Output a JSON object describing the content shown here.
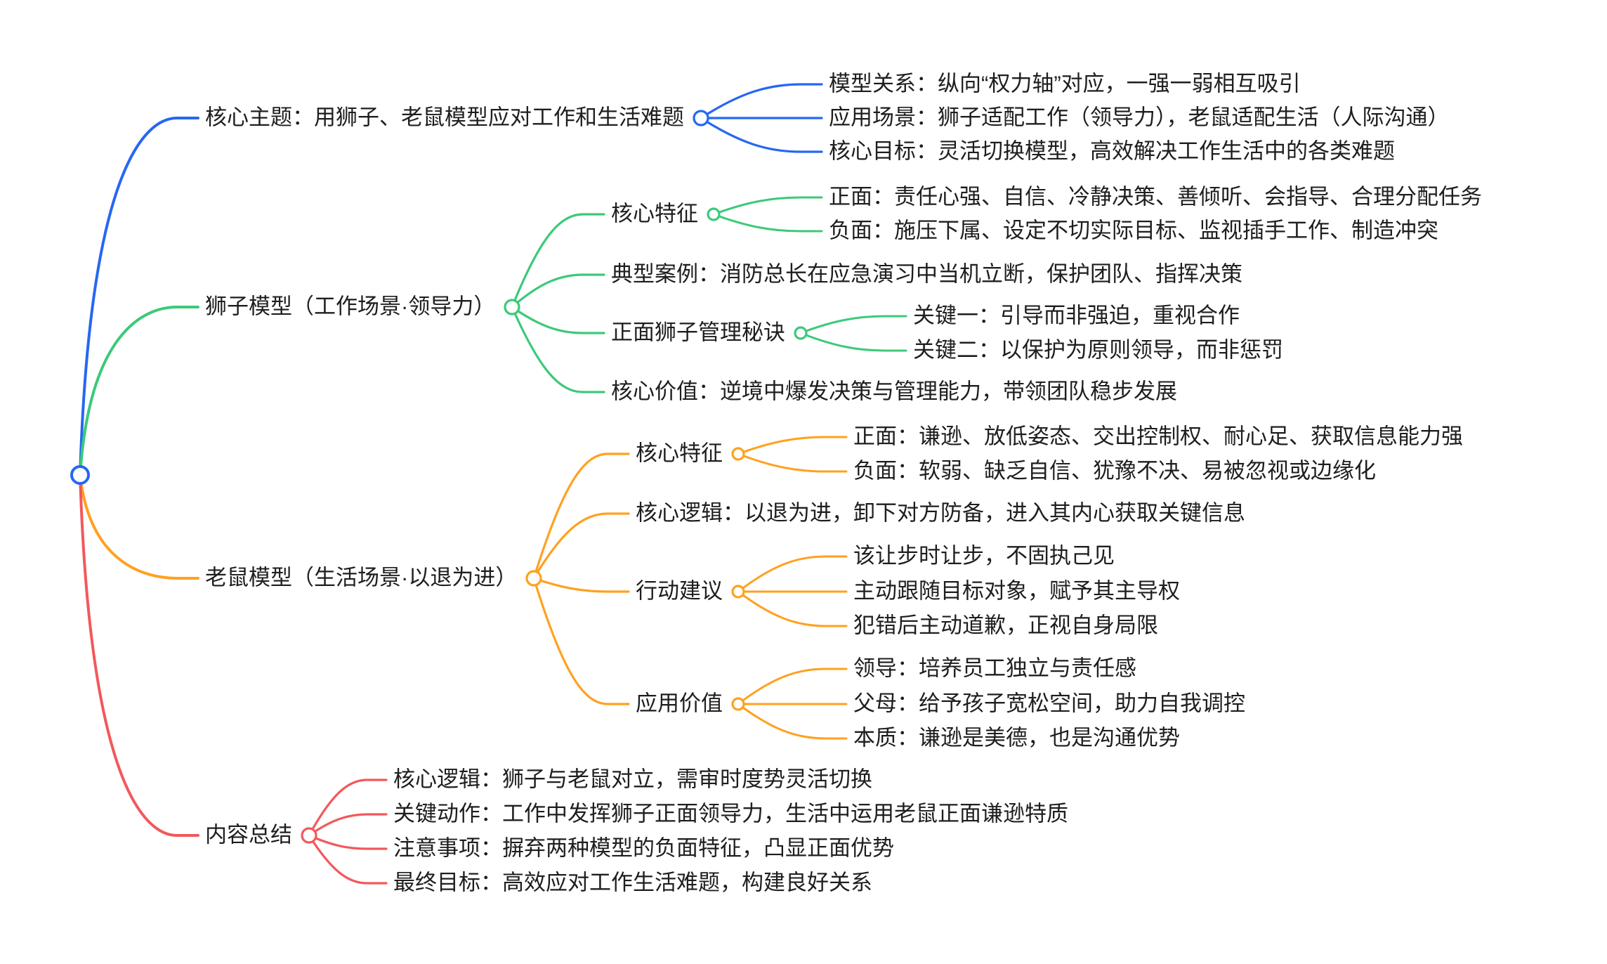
{
  "mindmap": {
    "colors": {
      "blue": "#2667F2",
      "green": "#3CC97A",
      "orange": "#FFA11F",
      "red": "#F2585C",
      "text": "#1e1e1e",
      "background": "#FFFFFF"
    },
    "branches": [
      {
        "label": "核心主题：用狮子、老鼠模型应对工作和生活难题",
        "color": "blue",
        "children": [
          {
            "label": "模型关系：纵向“权力轴”对应，一强一弱相互吸引"
          },
          {
            "label": "应用场景：狮子适配工作（领导力），老鼠适配生活（人际沟通）"
          },
          {
            "label": "核心目标：灵活切换模型，高效解决工作生活中的各类难题"
          }
        ]
      },
      {
        "label": "狮子模型（工作场景·领导力）",
        "color": "green",
        "children": [
          {
            "label": "核心特征",
            "children": [
              {
                "label": "正面：责任心强、自信、冷静决策、善倾听、会指导、合理分配任务"
              },
              {
                "label": "负面：施压下属、设定不切实际目标、监视插手工作、制造冲突"
              }
            ]
          },
          {
            "label": "典型案例：消防总长在应急演习中当机立断，保护团队、指挥决策"
          },
          {
            "label": "正面狮子管理秘诀",
            "children": [
              {
                "label": "关键一：引导而非强迫，重视合作"
              },
              {
                "label": "关键二：以保护为原则领导，而非惩罚"
              }
            ]
          },
          {
            "label": "核心价值：逆境中爆发决策与管理能力，带领团队稳步发展"
          }
        ]
      },
      {
        "label": "老鼠模型（生活场景·以退为进）",
        "color": "orange",
        "children": [
          {
            "label": "核心特征",
            "children": [
              {
                "label": "正面：谦逊、放低姿态、交出控制权、耐心足、获取信息能力强"
              },
              {
                "label": "负面：软弱、缺乏自信、犹豫不决、易被忽视或边缘化"
              }
            ]
          },
          {
            "label": "核心逻辑：以退为进，卸下对方防备，进入其内心获取关键信息"
          },
          {
            "label": "行动建议",
            "children": [
              {
                "label": "该让步时让步，不固执己见"
              },
              {
                "label": "主动跟随目标对象，赋予其主导权"
              },
              {
                "label": "犯错后主动道歉，正视自身局限"
              }
            ]
          },
          {
            "label": "应用价值",
            "children": [
              {
                "label": "领导：培养员工独立与责任感"
              },
              {
                "label": "父母：给予孩子宽松空间，助力自我调控"
              },
              {
                "label": "本质：谦逊是美德，也是沟通优势"
              }
            ]
          }
        ]
      },
      {
        "label": "内容总结",
        "color": "red",
        "children": [
          {
            "label": "核心逻辑：狮子与老鼠对立，需审时度势灵活切换"
          },
          {
            "label": "关键动作：工作中发挥狮子正面领导力，生活中运用老鼠正面谦逊特质"
          },
          {
            "label": "注意事项：摒弃两种模型的负面特征，凸显正面优势"
          },
          {
            "label": "最终目标：高效应对工作生活难题，构建良好关系"
          }
        ]
      }
    ]
  }
}
